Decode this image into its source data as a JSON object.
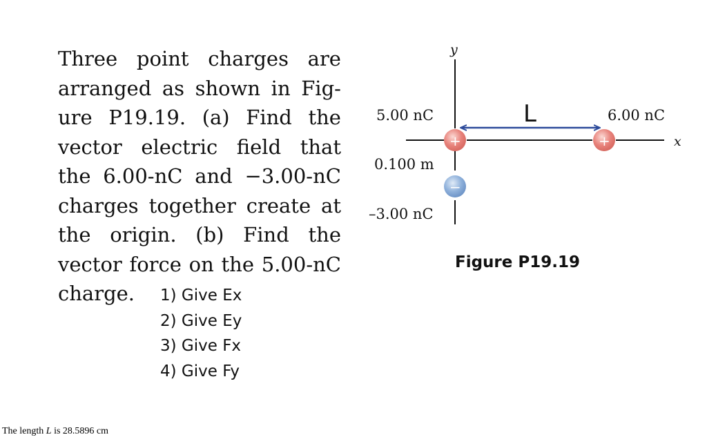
{
  "problem": {
    "lines": [
      "Three point charges are",
      "arranged as shown in Fig-",
      "ure P19.19. (a) Find the",
      "vector electric field that",
      "the 6.00-nC and −3.00-nC",
      "charges together create at",
      "the origin. (b) Find the",
      "vector force on the 5.00-nC",
      "charge."
    ]
  },
  "questions": [
    "1) Give Ex",
    "2) Give Ey",
    "3) Give Fx",
    "4) Give Fy"
  ],
  "figure": {
    "y_axis_label": "y",
    "x_axis_label": "x",
    "length_label": "L",
    "charge_origin_label": "5.00 nC",
    "charge_right_label": "6.00 nC",
    "distance_label": "0.100 m",
    "charge_below_label": "–3.00 nC",
    "caption": "Figure P19.19",
    "plus_sign": "+",
    "minus_sign": "−",
    "colors": {
      "positive_charge": "#e8837c",
      "negative_charge": "#7fa6d6",
      "arrow": "#2c4a9a",
      "axis": "#111111"
    }
  },
  "footer": {
    "prefix": "The length ",
    "variable": "L",
    "suffix": " is 28.5896 cm"
  }
}
